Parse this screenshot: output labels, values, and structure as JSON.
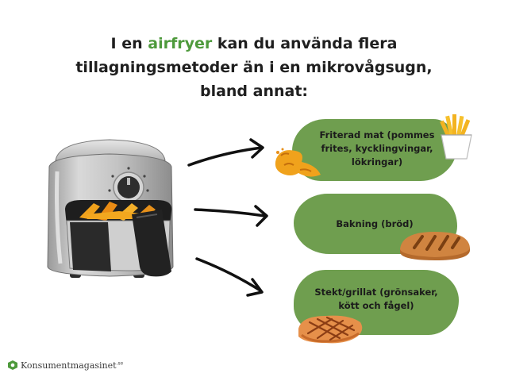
{
  "headline": {
    "line1_before": "I en ",
    "line1_accent": "airfryer",
    "line1_after": " kan du använda flera",
    "line2": "tillagningsmetoder än i en mikrovågsugn,",
    "line3": "bland annat:"
  },
  "methods": [
    {
      "label": "Friterad mat (pommes frites, kycklingvingar, lökringar)"
    },
    {
      "label": "Bakning (bröd)"
    },
    {
      "label": "Stekt/grillat (grönsaker, kött och fågel)"
    }
  ],
  "footer": {
    "brand": "Konsumentmagasinet",
    "suffix": ".se"
  },
  "colors": {
    "accent_text": "#4e9a3c",
    "card_green": "#6f9e4f",
    "ink": "#1f1f1f"
  }
}
